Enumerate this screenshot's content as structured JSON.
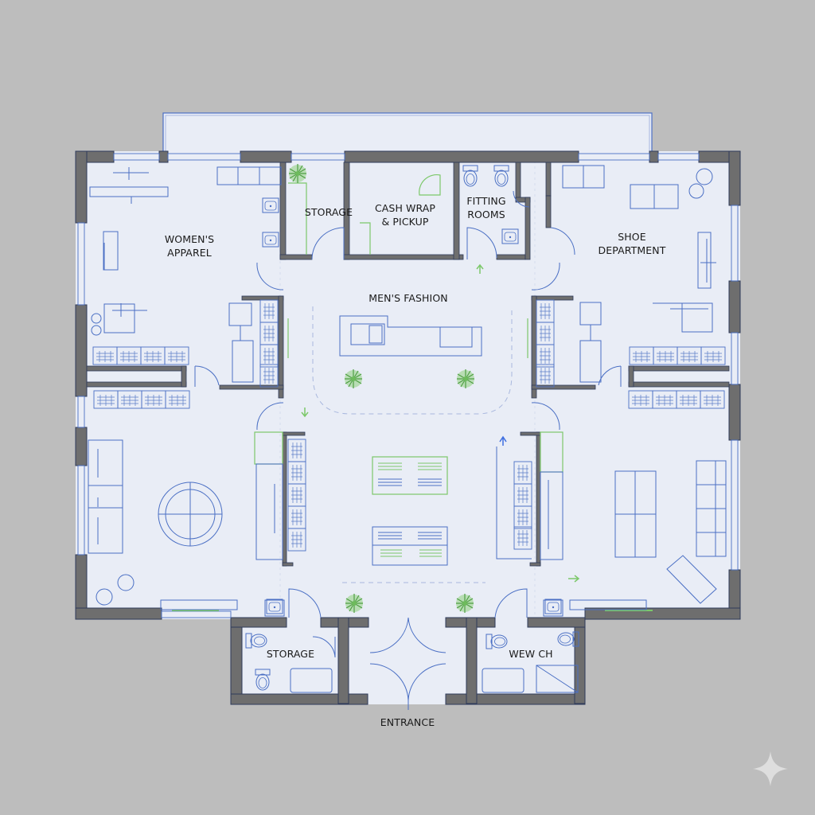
{
  "plan": {
    "type": "retail store floor plan",
    "colors": {
      "background": "#bdbdbd",
      "floor": "#e9edf6",
      "wall": "#6e6e6e",
      "wall_outline": "#2e3a5a",
      "furniture_line": "#4a6fc4",
      "accent_green": "#7cc86a",
      "plant_green": "#5fae50",
      "label_text": "#1a1a1a"
    },
    "rooms": [
      {
        "id": "womens-apparel",
        "label_line1": "WOMEN'S",
        "label_line2": "APPAREL"
      },
      {
        "id": "storage-top",
        "label_line1": "STORAGE"
      },
      {
        "id": "cash-wrap",
        "label_line1": "CASH WRAP",
        "label_line2": "& PICKUP"
      },
      {
        "id": "fitting-rooms",
        "label_line1": "FITTING",
        "label_line2": "ROOMS"
      },
      {
        "id": "shoe-department",
        "label_line1": "SHOE",
        "label_line2": "DEPARTMENT"
      },
      {
        "id": "mens-fashion",
        "label_line1": "MEN'S FASHION"
      },
      {
        "id": "storage-bottom",
        "label_line1": "STORAGE"
      },
      {
        "id": "wew-ch",
        "label_line1": "WEW CH"
      }
    ],
    "entrance_label": "ENTRANCE",
    "icons": {
      "watermark": "sparkle-icon",
      "plants": "plant-icon",
      "flow_arrows": "arrow-icon"
    }
  }
}
